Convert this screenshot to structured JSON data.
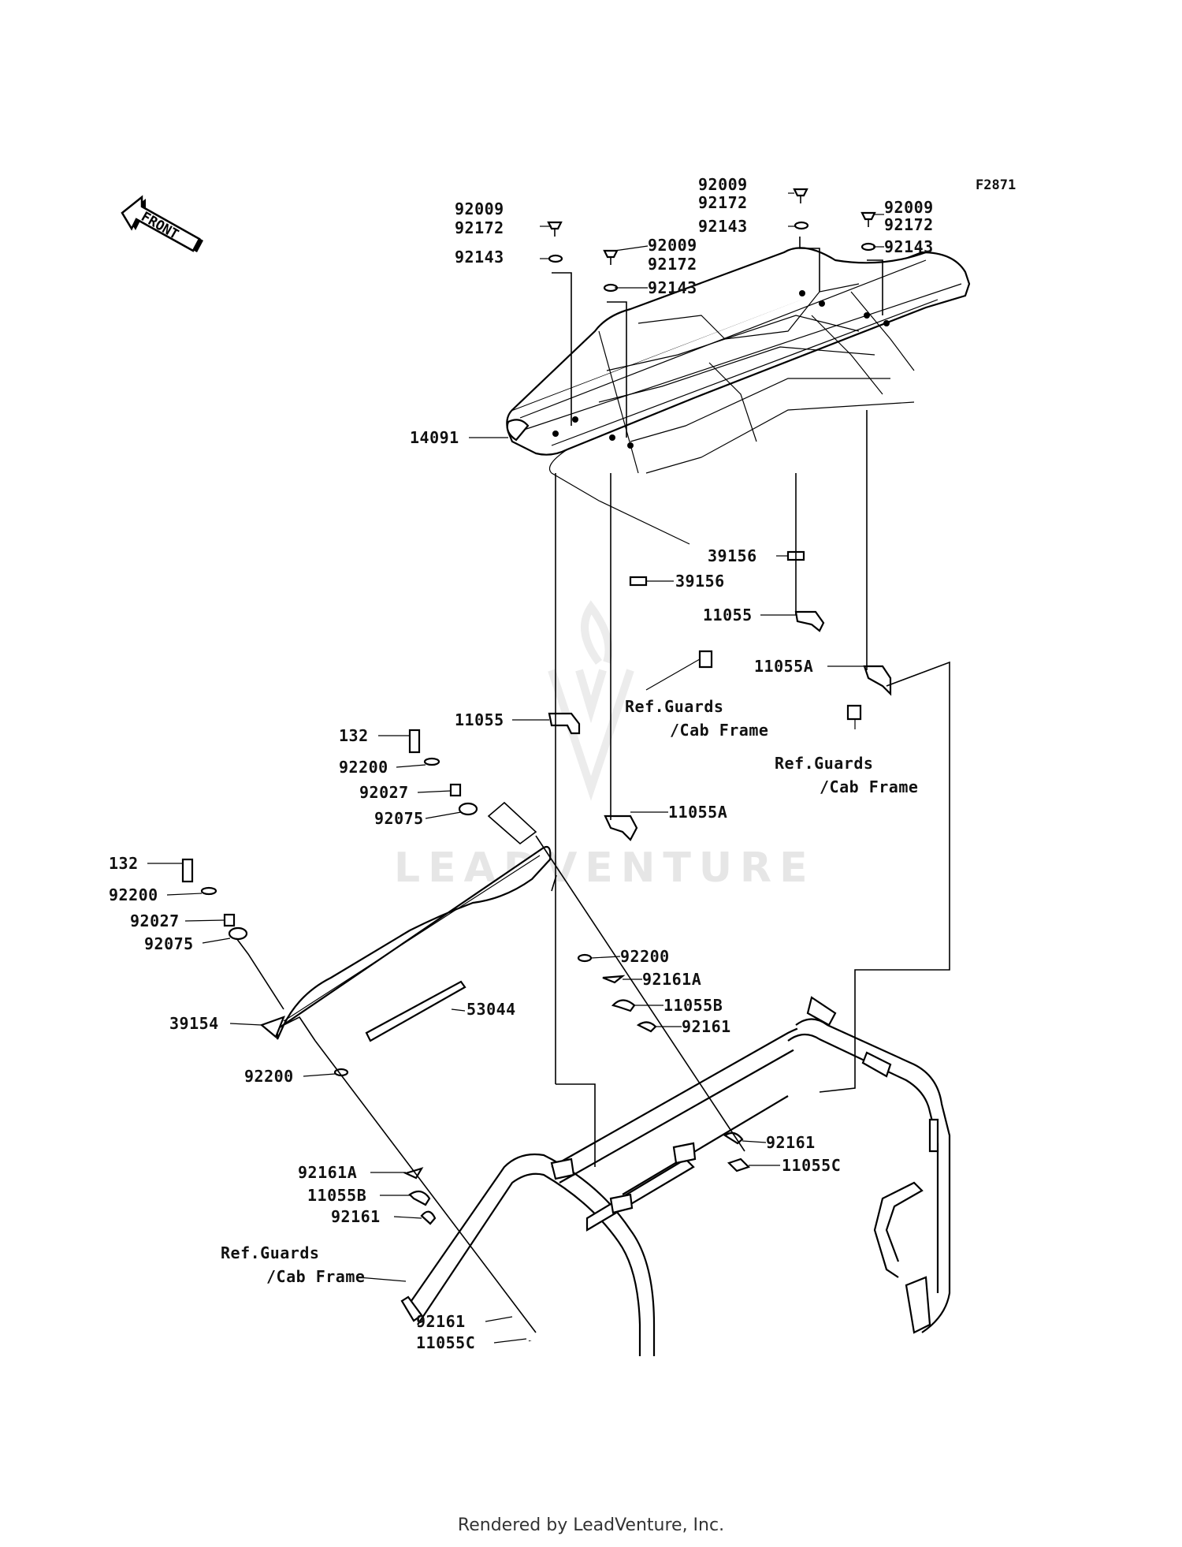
{
  "figure_code": "F2871",
  "front_arrow_label": "FRONT",
  "watermark": "LEADVENTURE",
  "footer": "Rendered by LeadVenture, Inc.",
  "callouts": [
    {
      "id": "c1",
      "text": "92009"
    },
    {
      "id": "c2",
      "text": "92172"
    },
    {
      "id": "c3",
      "text": "92143"
    },
    {
      "id": "c4",
      "text": "92009"
    },
    {
      "id": "c5",
      "text": "92172"
    },
    {
      "id": "c6",
      "text": "92143"
    },
    {
      "id": "c7",
      "text": "92009"
    },
    {
      "id": "c8",
      "text": "92172"
    },
    {
      "id": "c9",
      "text": "92143"
    },
    {
      "id": "c10",
      "text": "92009"
    },
    {
      "id": "c11",
      "text": "92172"
    },
    {
      "id": "c12",
      "text": "92143"
    },
    {
      "id": "c13",
      "text": "14091"
    },
    {
      "id": "c14",
      "text": "39156"
    },
    {
      "id": "c15",
      "text": "39156"
    },
    {
      "id": "c16",
      "text": "11055"
    },
    {
      "id": "c17",
      "text": "11055A"
    },
    {
      "id": "c18",
      "text": "Ref.Guards"
    },
    {
      "id": "c19",
      "text": "/Cab Frame"
    },
    {
      "id": "c20",
      "text": "Ref.Guards"
    },
    {
      "id": "c21",
      "text": "/Cab Frame"
    },
    {
      "id": "c22",
      "text": "11055"
    },
    {
      "id": "c23",
      "text": "11055A"
    },
    {
      "id": "c24",
      "text": "132"
    },
    {
      "id": "c25",
      "text": "92200"
    },
    {
      "id": "c26",
      "text": "92027"
    },
    {
      "id": "c27",
      "text": "92075"
    },
    {
      "id": "c28",
      "text": "132"
    },
    {
      "id": "c29",
      "text": "92200"
    },
    {
      "id": "c30",
      "text": "92027"
    },
    {
      "id": "c31",
      "text": "92075"
    },
    {
      "id": "c32",
      "text": "39154"
    },
    {
      "id": "c33",
      "text": "53044"
    },
    {
      "id": "c34",
      "text": "92200"
    },
    {
      "id": "c35",
      "text": "92161A"
    },
    {
      "id": "c36",
      "text": "11055B"
    },
    {
      "id": "c37",
      "text": "92161"
    },
    {
      "id": "c38",
      "text": "92200"
    },
    {
      "id": "c39",
      "text": "92161"
    },
    {
      "id": "c40",
      "text": "11055C"
    },
    {
      "id": "c41",
      "text": "92161A"
    },
    {
      "id": "c42",
      "text": "11055B"
    },
    {
      "id": "c43",
      "text": "92161"
    },
    {
      "id": "c44",
      "text": "Ref.Guards"
    },
    {
      "id": "c45",
      "text": "/Cab Frame"
    },
    {
      "id": "c46",
      "text": "92161"
    },
    {
      "id": "c47",
      "text": "11055C"
    }
  ]
}
